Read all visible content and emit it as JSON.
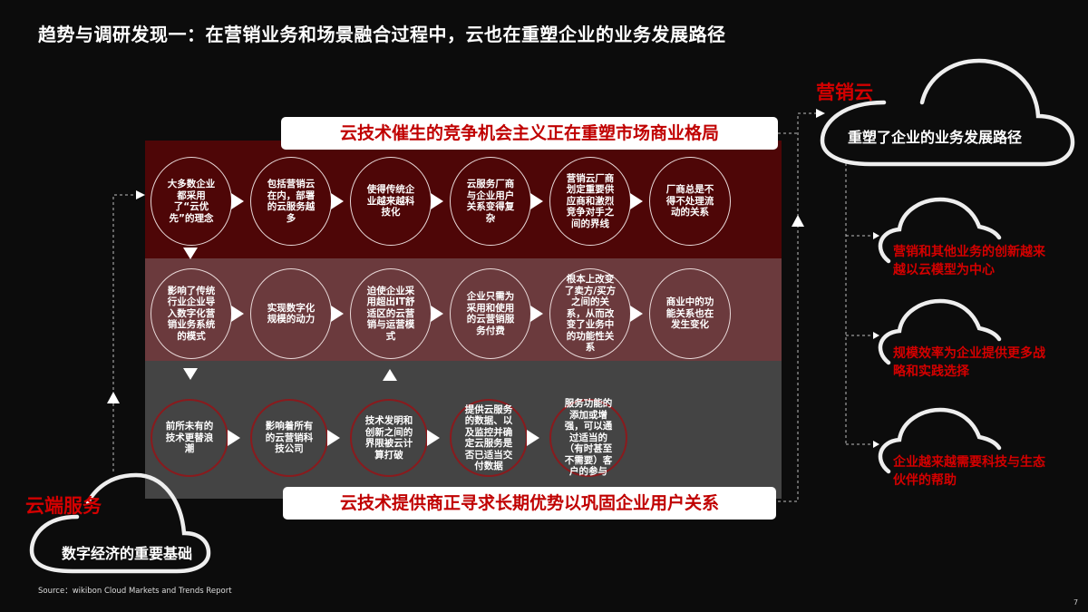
{
  "title": "趋势与调研发现一：在营销业务和场景融合过程中，云也在重塑企业的业务发展路径",
  "banner_top": "云技术催生的竞争机会主义正在重塑市场商业格局",
  "banner_bottom": "云技术提供商正寻求长期优势以巩固企业用户关系",
  "rows": [
    [
      "大多数企业都采用了“云优先”的理念",
      "包括营销云在内，部署的云服务越多",
      "使得传统企业越来越科技化",
      "云服务厂商与企业用户关系变得复杂",
      "营销云厂商划定重要供应商和激烈竞争对手之间的界线",
      "厂商总是不得不处理流动的关系"
    ],
    [
      "影响了传统行业企业导入数字化营销业务系统的模式",
      "实现数字化规模的动力",
      "迫使企业采用超出IT舒适区的云营销与运营模式",
      "企业只需为采用和使用的云营销服务付费",
      "根本上改变了卖方/买方之间的关系，从而改变了业务中的功能性关系",
      "商业中的功能关系也在发生变化"
    ],
    [
      "前所未有的技术更替浪潮",
      "影响着所有的云营销科技公司",
      "技术发明和创新之间的界限被云计算打破",
      "提供云服务的数据、以及监控并确定云服务是否已适当交付数据",
      "服务功能的添加或增强，可以通过适当的（有时甚至不需要）客户的参与"
    ]
  ],
  "marketing_cloud": {
    "label": "营销云",
    "text": "重塑了企业的业务发展路径",
    "points": [
      "营销和其他业务的创新越来越以云模型为中心",
      "规模效率为企业提供更多战略和实践选择",
      "企业越来越需要科技与生态伙伴的帮助"
    ]
  },
  "edge_cloud": {
    "label": "云端服务",
    "text": "数字经济的重要基础"
  },
  "source": "Source：wikibon Cloud Markets and Trends Report",
  "page_number": "7",
  "colors": {
    "background": "#0c0c0c",
    "accent_red": "#d40000",
    "band1": "#4e0607",
    "band2": "#6b3a3d",
    "band3": "#444444"
  }
}
